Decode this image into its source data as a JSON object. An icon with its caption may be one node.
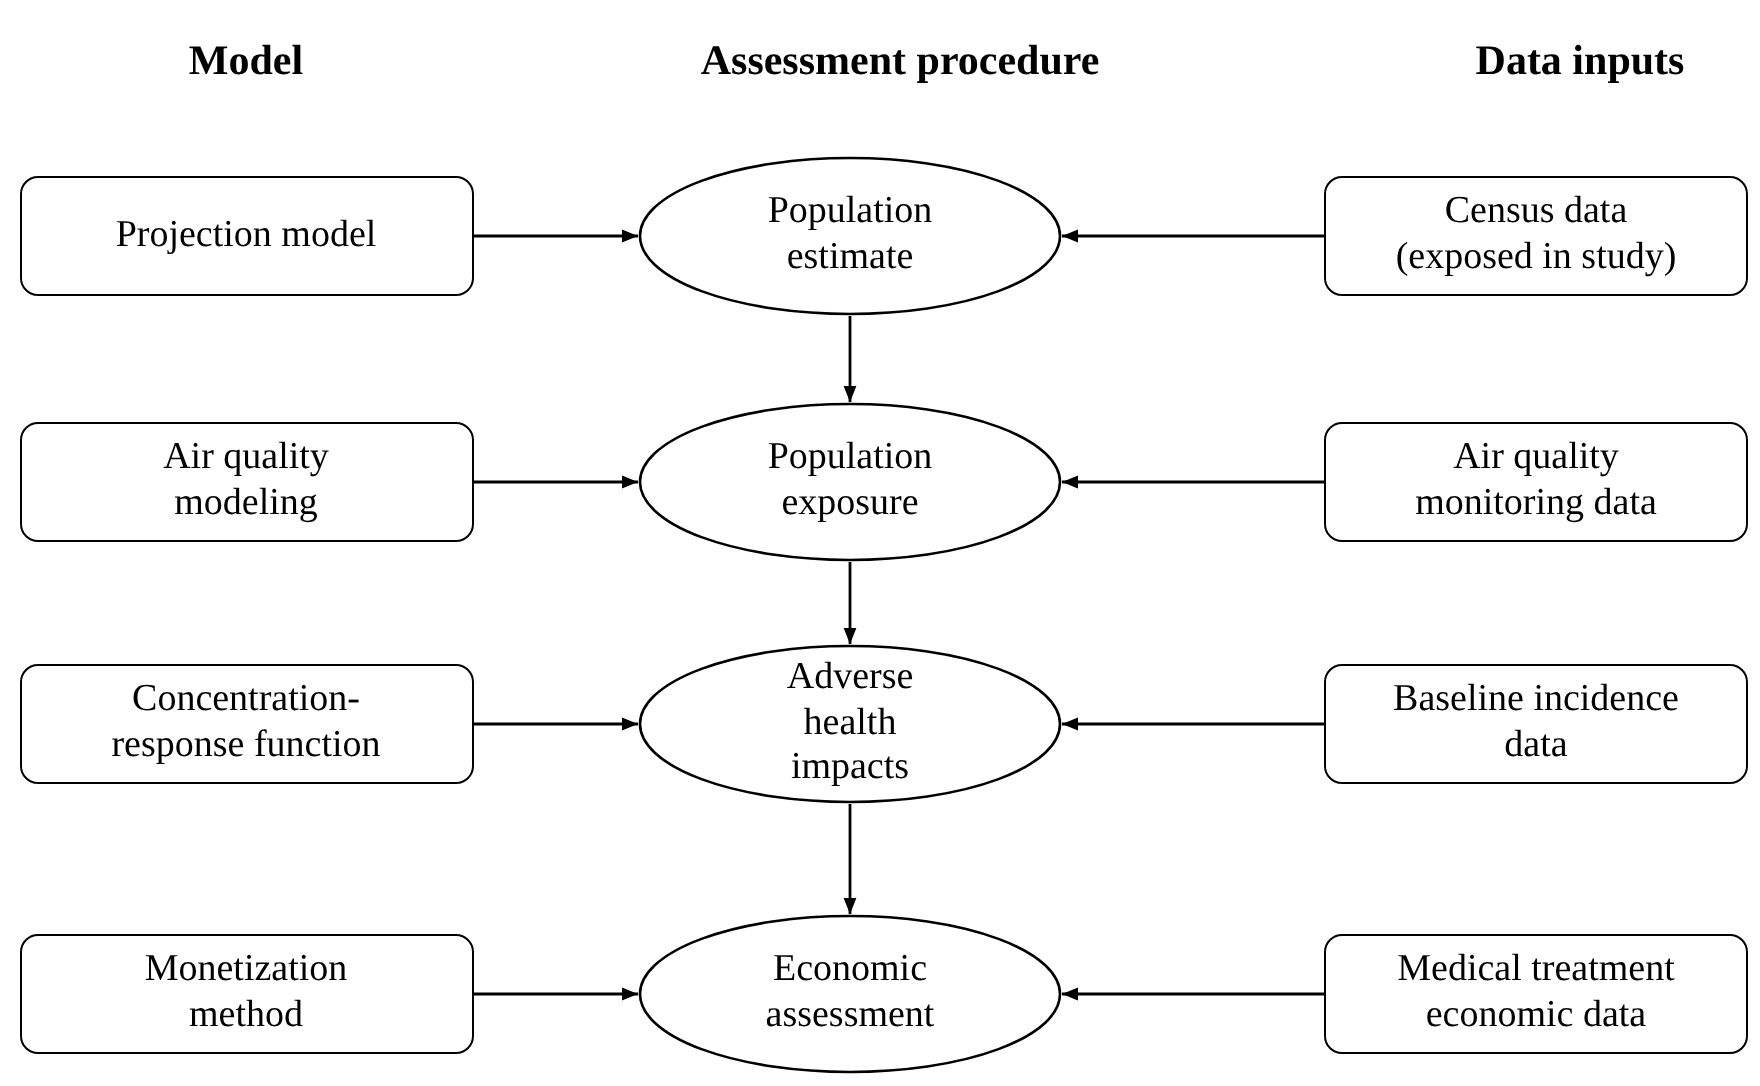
{
  "diagram": {
    "nodes": [
      {
        "text": [
          "Projection model"
        ]
      },
      {
        "text": [
          "Population estimate"
        ]
      },
      {
        "text": [
          "Census data (exposed in study)"
        ]
      },
      {
        "text": [
          "Air quality modeling"
        ]
      },
      {
        "text": [
          "Population exposure"
        ]
      },
      {
        "text": [
          "Air quality monitoring data"
        ]
      },
      {
        "text": [
          "Concentration- response function"
        ]
      },
      {
        "text": [
          "Adverse health impacts"
        ]
      },
      {
        "text": [
          "Baseline incidence data"
        ]
      },
      {
        "text": [
          "Monetization method"
        ]
      },
      {
        "text": [
          "Economic assessment"
        ]
      },
      {
        "text": [
          "Medical treatment economic data"
        ]
      }
    ],
    "edges": [
      {
        "from": 0,
        "to": 1,
        "arrow": "to"
      },
      {
        "from": 2,
        "to": 1,
        "arrow": "to"
      },
      {
        "from": 1,
        "to": 4,
        "arrow": "to"
      },
      {
        "from": 3,
        "to": 4,
        "arrow": "to"
      },
      {
        "from": 5,
        "to": 4,
        "arrow": "to"
      },
      {
        "from": 4,
        "to": 7,
        "arrow": "to"
      },
      {
        "from": 6,
        "to": 7,
        "arrow": "to"
      },
      {
        "from": 8,
        "to": 7,
        "arrow": "to"
      },
      {
        "from": 7,
        "to": 10,
        "arrow": "to"
      },
      {
        "from": 9,
        "to": 10,
        "arrow": "to"
      },
      {
        "from": 11,
        "to": 10,
        "arrow": "to"
      }
    ],
    "labels": [
      "Model",
      "Assessment procedure",
      "Data inputs"
    ]
  }
}
